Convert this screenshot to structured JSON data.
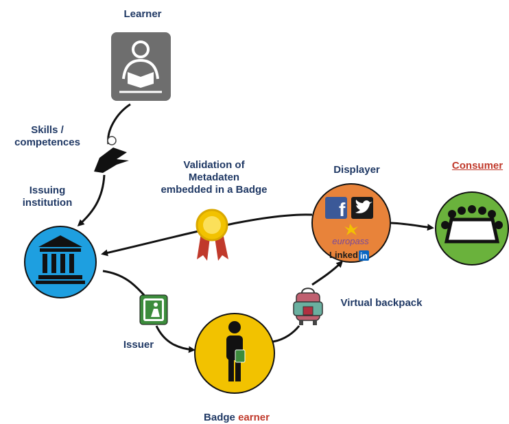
{
  "labels": {
    "learner": "Learner",
    "skills_line1": "Skills /",
    "skills_line2": "competences",
    "issuing_line1": "Issuing",
    "issuing_line2": "institution",
    "validation_line1": "Validation of",
    "validation_line2": "Metadaten",
    "validation_line3": "embedded in a Badge",
    "displayer": "Displayer",
    "consumer": "Consumer",
    "virtual_backpack": "Virtual backpack",
    "issuer": "Issuer",
    "badge": "Badge",
    "earner": "earner"
  },
  "displayer_logos": {
    "europass": "europass",
    "linked": "Linked",
    "in": "in"
  },
  "colors": {
    "label_text": "#1f3864",
    "accent_red": "#c0392b",
    "learner_box": "#6e6e6e",
    "issuing_circle": "#1e9fe0",
    "displayer_circle": "#e8833a",
    "consumer_circle": "#6ab23c",
    "earner_circle": "#f2c200",
    "issuer_icon": "#3c8c3c"
  },
  "icons": [
    "reader-icon",
    "hand-icon",
    "institution-icon",
    "ribbon-icon",
    "facebook-icon",
    "twitter-icon",
    "europass-icon",
    "linkedin-icon",
    "meeting-icon",
    "backpack-icon",
    "issuer-icon",
    "person-icon"
  ]
}
